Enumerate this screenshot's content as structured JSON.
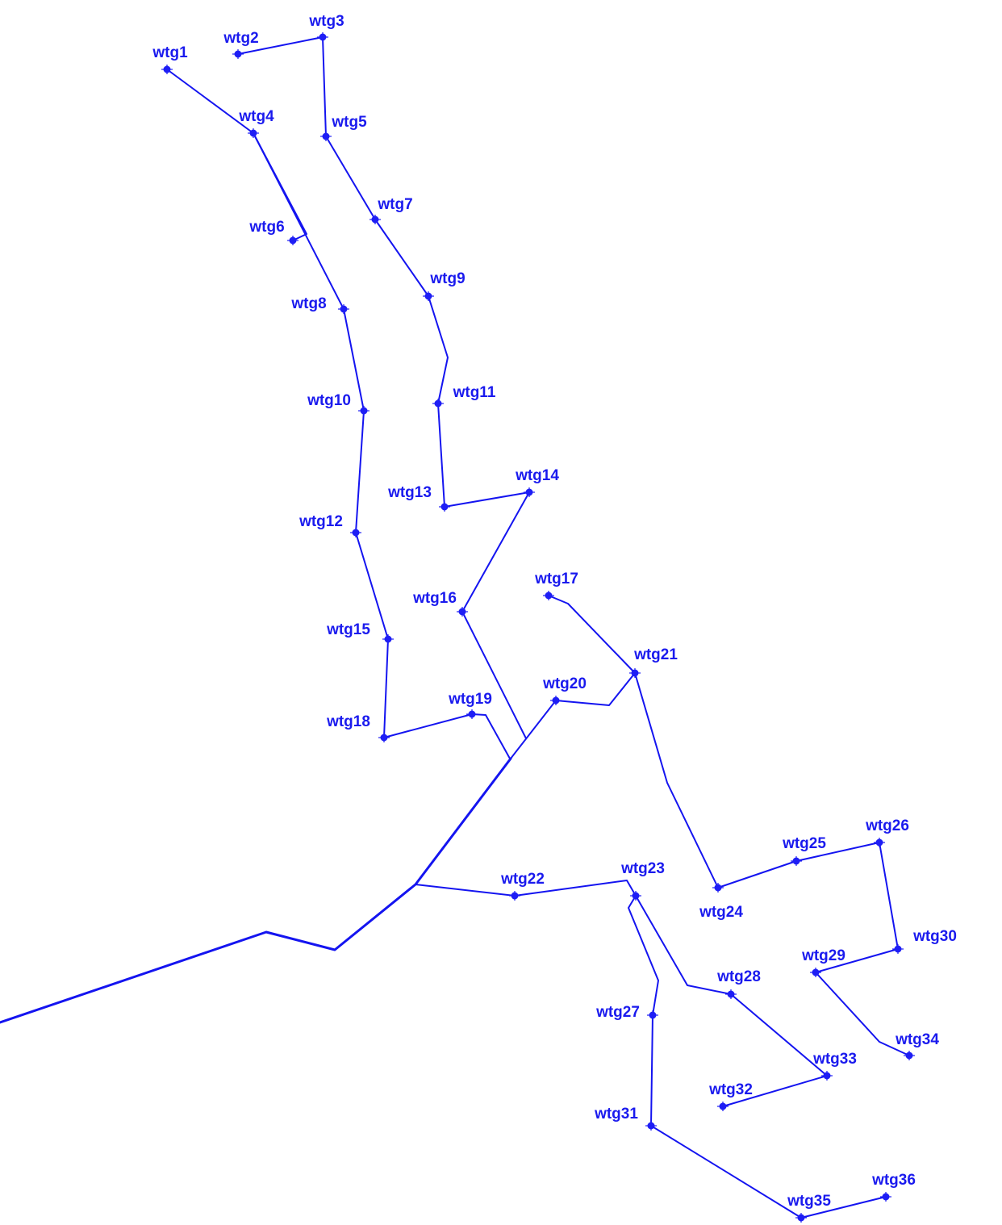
{
  "diagram": {
    "type": "wind-farm-cable-layout",
    "color": "#1414f0",
    "turbines": [
      "wtg1",
      "wtg2",
      "wtg3",
      "wtg4",
      "wtg5",
      "wtg6",
      "wtg7",
      "wtg8",
      "wtg9",
      "wtg10",
      "wtg11",
      "wtg12",
      "wtg13",
      "wtg14",
      "wtg15",
      "wtg16",
      "wtg17",
      "wtg18",
      "wtg19",
      "wtg20",
      "wtg21",
      "wtg22",
      "wtg23",
      "wtg24",
      "wtg25",
      "wtg26",
      "wtg27",
      "wtg28",
      "wtg29",
      "wtg30",
      "wtg31",
      "wtg32",
      "wtg33",
      "wtg34",
      "wtg35",
      "wtg36"
    ],
    "strings": [
      [
        "wtg2",
        "wtg3",
        "wtg5",
        "wtg7",
        "wtg9",
        "wtg11",
        "wtg13",
        "wtg14",
        "wtg16"
      ],
      [
        "wtg1",
        "wtg4",
        "wtg8",
        "wtg10",
        "wtg12",
        "wtg15",
        "wtg18",
        "wtg19"
      ],
      [
        "wtg6",
        "wtg4"
      ],
      [
        "wtg17",
        "wtg21",
        "wtg20"
      ],
      [
        "wtg21",
        "wtg24",
        "wtg25",
        "wtg26",
        "wtg30",
        "wtg29",
        "wtg34"
      ],
      [
        "wtg22",
        "wtg23",
        "wtg28",
        "wtg33",
        "wtg32"
      ],
      [
        "wtg23",
        "wtg27",
        "wtg31",
        "wtg35",
        "wtg36"
      ]
    ]
  }
}
